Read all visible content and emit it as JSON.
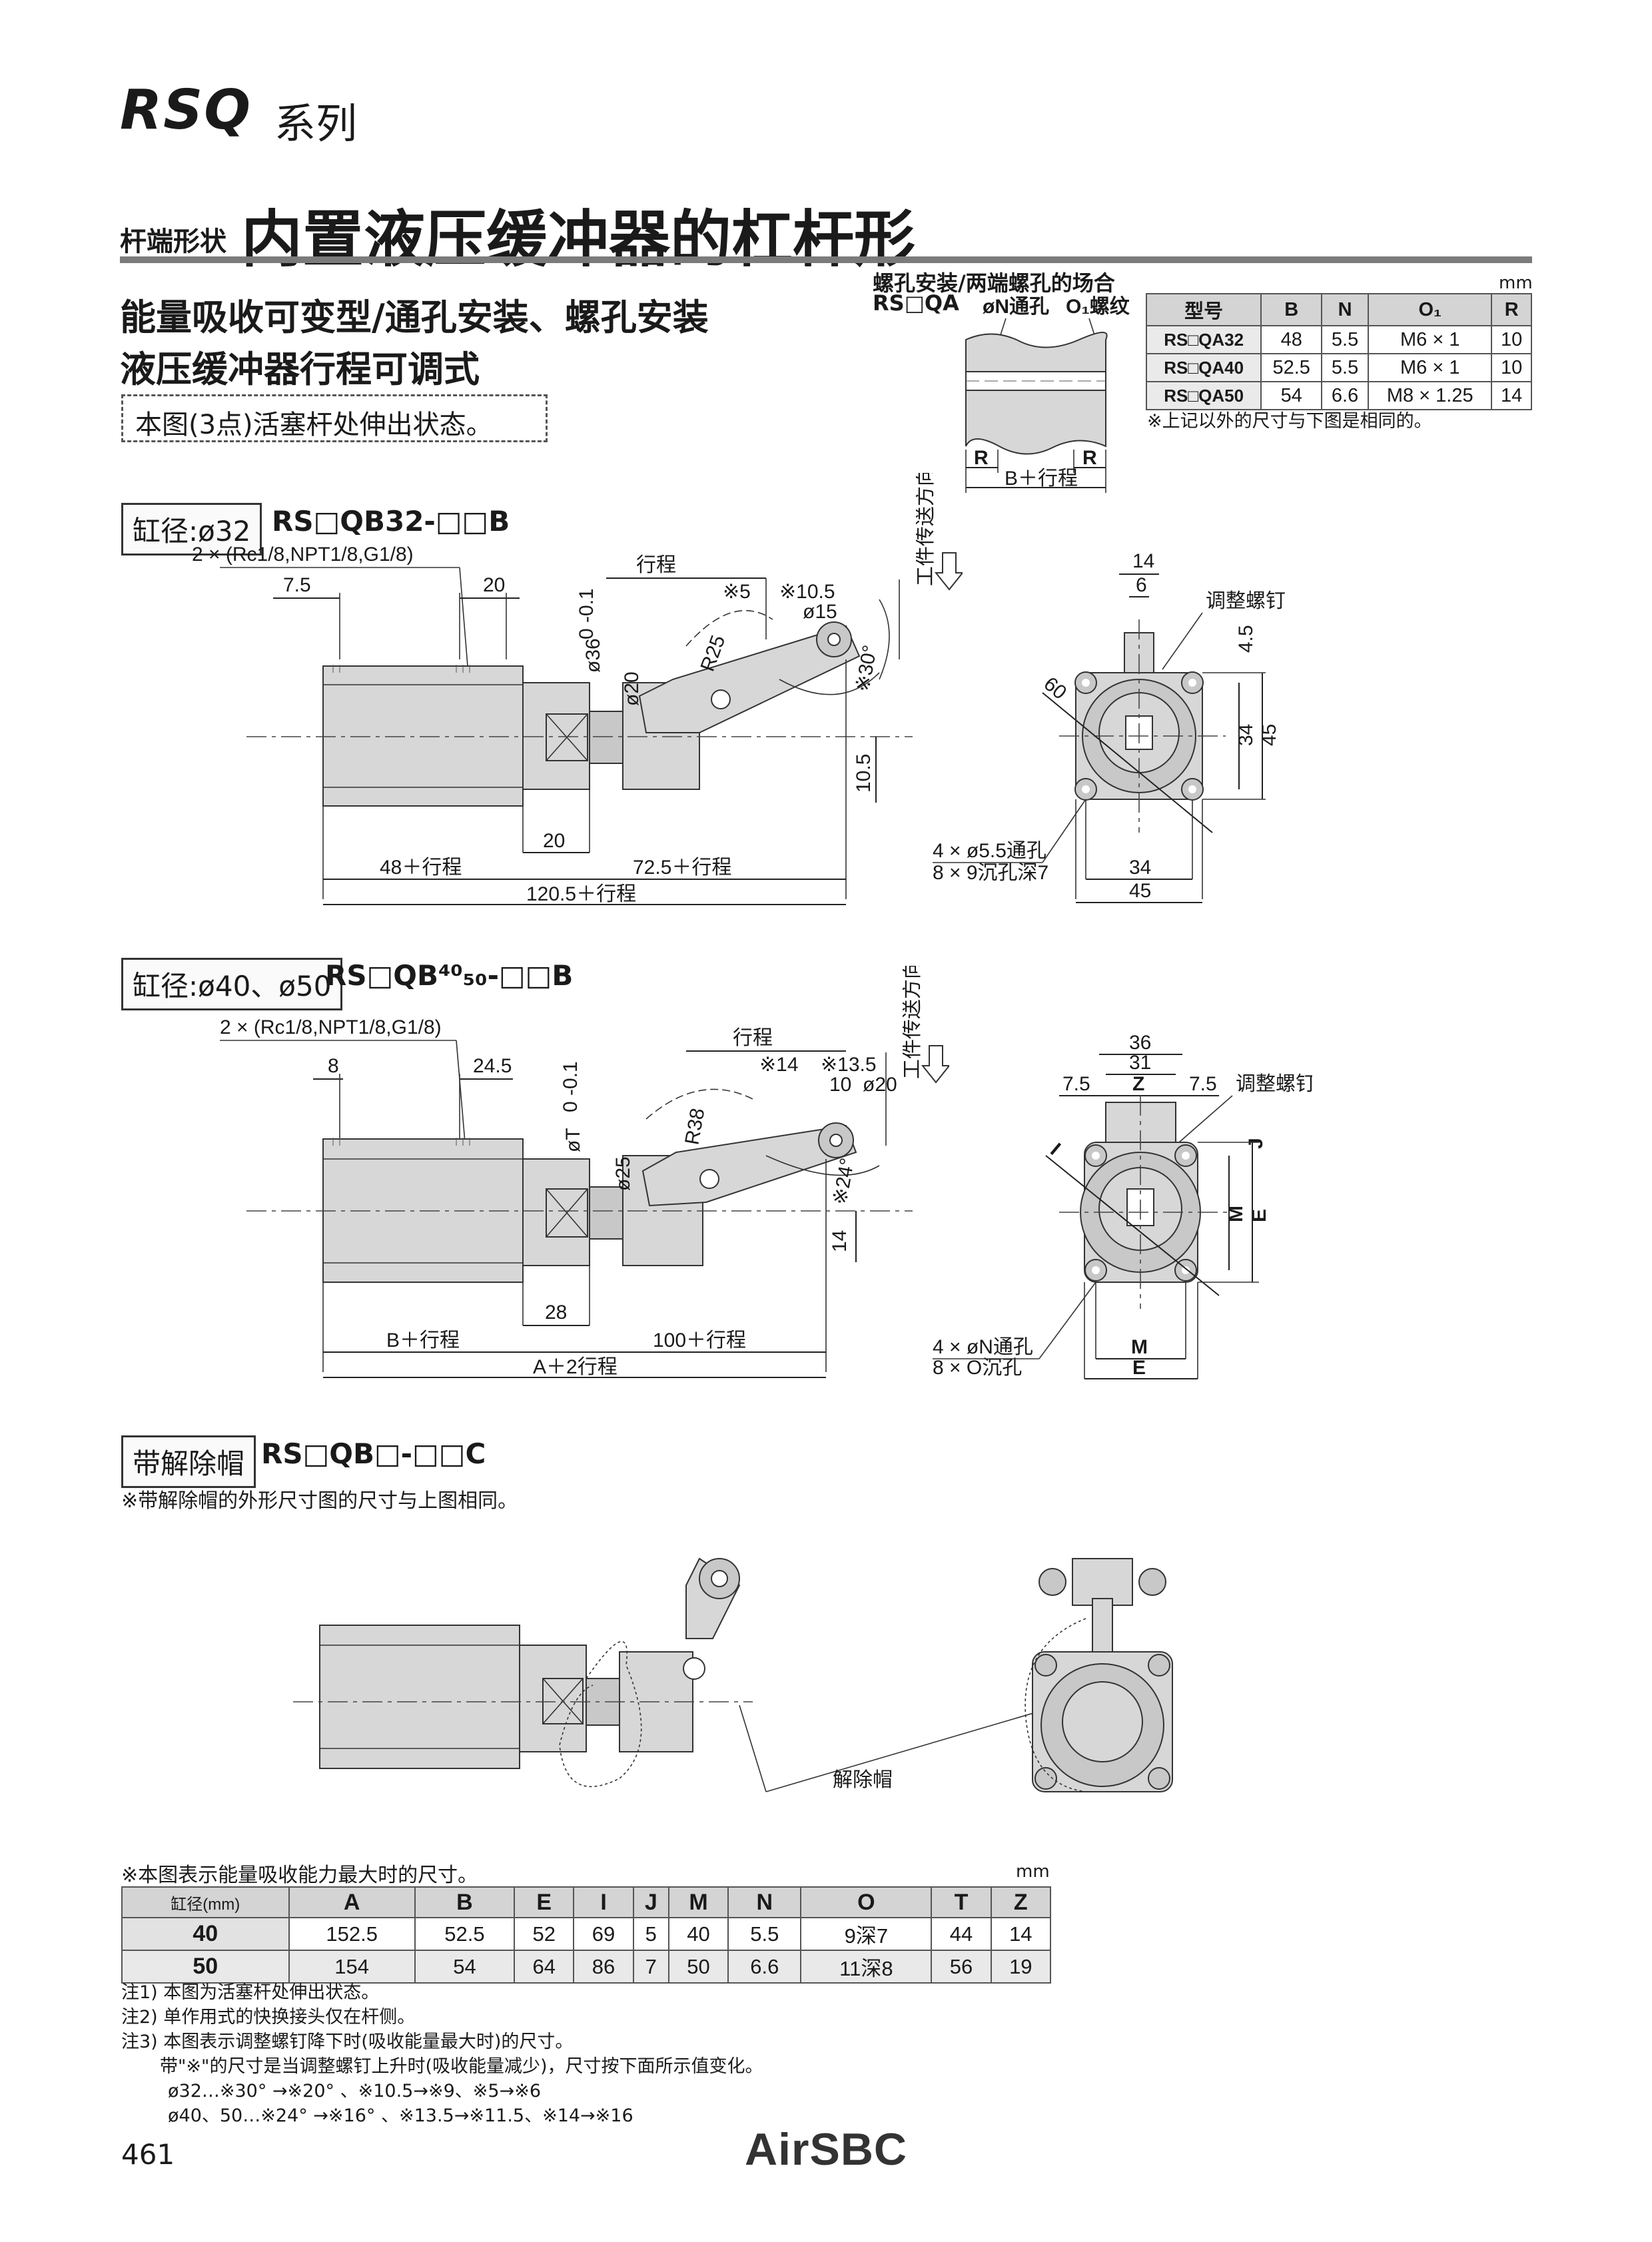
{
  "header": {
    "series_code": "RSQ",
    "series_word": "系列",
    "small_title": "杆端形状",
    "big_title": "内置液压缓冲器的杠杆形",
    "feature_1": "能量吸收可变型/通孔安装、螺孔安装",
    "feature_2": "液压缓冲器行程可调式",
    "note_box": "本图(3点)活塞杆处伸出状态。"
  },
  "tap_mount": {
    "title": "螺孔安装/两端螺孔的场合",
    "model": "RS□QA",
    "label_n": "øN通孔",
    "label_o": "O₁螺纹",
    "label_r1": "R",
    "label_r2": "R",
    "label_b": "B＋行程",
    "unit": "mm",
    "columns": [
      "型号",
      "B",
      "N",
      "O₁",
      "R"
    ],
    "rows": [
      [
        "RS□QA32",
        "48",
        "5.5",
        "M6 × 1",
        "10"
      ],
      [
        "RS□QA40",
        "52.5",
        "5.5",
        "M6 × 1",
        "10"
      ],
      [
        "RS□QA50",
        "54",
        "6.6",
        "M8 × 1.25",
        "14"
      ]
    ],
    "note": "※上记以外的尺寸与下图是相同的。"
  },
  "section32": {
    "bore_label": "缸径:ø32",
    "model": "RS□QB32-□□B",
    "port": "2 × (Rc1/8,NPT1/8,G1/8)",
    "conveying": "工件传送方向",
    "d_7_5": "7.5",
    "d_20a": "20",
    "d_stroke": "行程",
    "d_s5": "※5",
    "d_s10_5": "※10.5",
    "d_15": "ø15",
    "d_36": "ø36",
    "d_tol": "0 -0.1",
    "d_20b": "ø20",
    "d_r25": "R25",
    "d_s30": "※30°",
    "d_10_5": "10.5",
    "d_20c": "20",
    "d_48": "48＋行程",
    "d_72_5": "72.5＋行程",
    "d_120_5": "120.5＋行程",
    "s_14": "14",
    "s_6": "6",
    "s_adj": "调整螺钉",
    "s_4_5": "4.5",
    "s_60": "60",
    "s_34v": "34",
    "s_45v": "45",
    "s_34h": "34",
    "s_45h": "45",
    "s_hole1": "4 × ø5.5通孔",
    "s_hole2": "8 × 9沉孔深7"
  },
  "section40": {
    "bore_label": "缸径:ø40、ø50",
    "model": "RS□QB⁴⁰₅₀-□□B",
    "port": "2 × (Rc1/8,NPT1/8,G1/8)",
    "conveying": "工件传送方向",
    "d_8": "8",
    "d_24_5": "24.5",
    "d_stroke": "行程",
    "d_s14": "※14",
    "d_s13_5": "※13.5",
    "d_10": "10",
    "d_20": "ø20",
    "d_t": "øT",
    "d_tol": "0 -0.1",
    "d_25": "ø25",
    "d_r38": "R38",
    "d_s24": "※24°",
    "d_14": "14",
    "d_28": "28",
    "d_b": "B＋行程",
    "d_100": "100＋行程",
    "d_a": "A＋2行程",
    "s_36": "36",
    "s_31": "31",
    "s_7_5a": "7.5",
    "s_z": "Z",
    "s_7_5b": "7.5",
    "s_adj": "调整螺钉",
    "s_j": "J",
    "s_i": "I",
    "s_m": "M",
    "s_e": "E",
    "s_mh": "M",
    "s_eh": "E",
    "s_hole1": "4 × øN通孔",
    "s_hole2": "8 × O沉孔"
  },
  "section_cap": {
    "label": "带解除帽",
    "model": "RS□QB□-□□C",
    "note": "※带解除帽的外形尺寸图的尺寸与上图相同。",
    "callout": "解除帽"
  },
  "dim_table": {
    "caption": "※本图表示能量吸收能力最大时的尺寸。",
    "unit": "mm",
    "columns": [
      "缸径(mm)",
      "A",
      "B",
      "E",
      "I",
      "J",
      "M",
      "N",
      "O",
      "T",
      "Z"
    ],
    "rows": [
      [
        "40",
        "152.5",
        "52.5",
        "52",
        "69",
        "5",
        "40",
        "5.5",
        "9深7",
        "44",
        "14"
      ],
      [
        "50",
        "154",
        "54",
        "64",
        "86",
        "7",
        "50",
        "6.6",
        "11深8",
        "56",
        "19"
      ]
    ]
  },
  "notes": [
    "注1) 本图为活塞杆处伸出状态。",
    "注2) 单作用式的快换接头仅在杆侧。",
    "注3) 本图表示调整螺钉降下时(吸收能量最大时)的尺寸。",
    "带\"※\"的尺寸是当调整螺钉上升时(吸收能量减少)，尺寸按下面所示值变化。",
    "ø32…※30° →※20° 、※10.5→※9、※5→※6",
    "ø40、50…※24° →※16° 、※13.5→※11.5、※14→※16"
  ],
  "footer": {
    "page": "461",
    "logo": "AirSBC"
  }
}
